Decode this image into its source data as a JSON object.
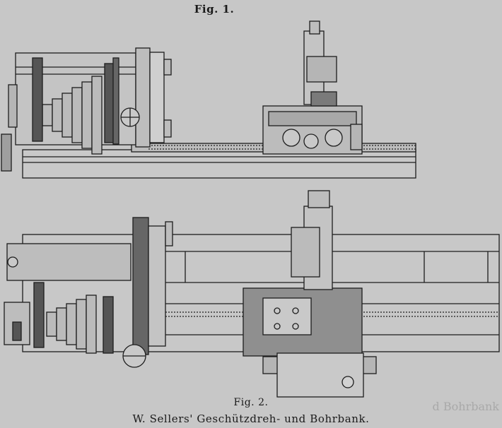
{
  "figure1": {
    "label": "Fig. 1."
  },
  "figure2": {
    "label": "Fig. 2."
  },
  "caption": {
    "title": "W. Sellers' Geschützdreh- und Bohrbank."
  },
  "bleed_through": {
    "bottom_right": "d Bohrbank"
  }
}
